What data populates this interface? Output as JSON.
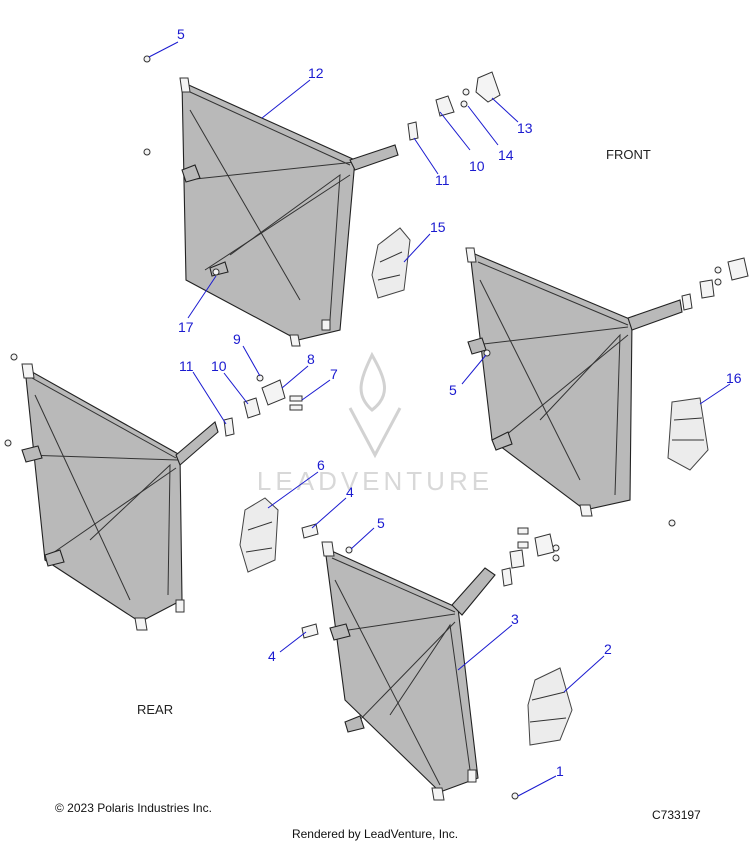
{
  "callouts": [
    {
      "label": "5"
    },
    {
      "label": "12"
    },
    {
      "label": "13"
    },
    {
      "label": "14"
    },
    {
      "label": "10"
    },
    {
      "label": "11"
    },
    {
      "label": "15"
    },
    {
      "label": "17"
    },
    {
      "label": "9"
    },
    {
      "label": "8"
    },
    {
      "label": "7"
    },
    {
      "label": "11"
    },
    {
      "label": "10"
    },
    {
      "label": "5"
    },
    {
      "label": "16"
    },
    {
      "label": "6"
    },
    {
      "label": "4"
    },
    {
      "label": "5"
    },
    {
      "label": "3"
    },
    {
      "label": "2"
    },
    {
      "label": "4"
    },
    {
      "label": "1"
    }
  ],
  "labels": {
    "front": "FRONT",
    "rear": "REAR"
  },
  "watermark": "LEADVENTURE",
  "footer": {
    "copyright": "© 2023 Polaris Industries Inc.",
    "code": "C733197",
    "rendered_by": "Rendered by LeadVenture, Inc."
  },
  "colors": {
    "callout": "#1a1ad0",
    "panel": "#b9b9b9"
  }
}
